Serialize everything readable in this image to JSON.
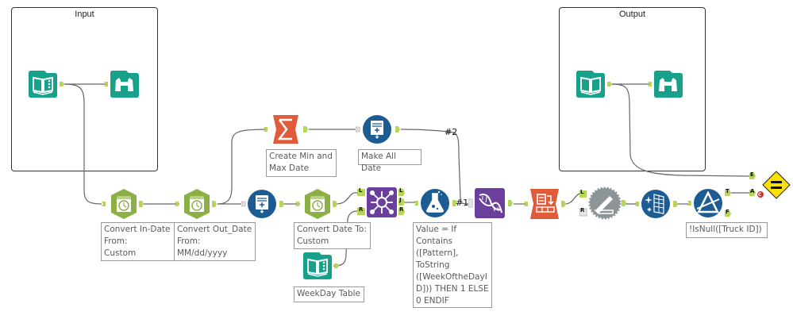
{
  "canvas": {
    "background": "#ffffff"
  },
  "containers": [
    {
      "id": "input",
      "title": "Input"
    },
    {
      "id": "output",
      "title": "Output"
    }
  ],
  "colors": {
    "input_teal": "#17a08a",
    "datetime_green": "#8db046",
    "anchor_green": "#b6d65a",
    "summarize_orange": "#e05b3a",
    "blue_tool": "#1d5b93",
    "join_purple": "#6b3f9c",
    "gray_tool": "#8c9498",
    "test_yellow": "#ffe100",
    "error_red": "#d62b2b"
  },
  "tools": [
    {
      "id": "input-data",
      "type": "input",
      "icon": "book-icon",
      "container": "input"
    },
    {
      "id": "browse-input",
      "type": "browse",
      "icon": "binoculars-icon",
      "container": "input"
    },
    {
      "id": "output-data",
      "type": "output",
      "icon": "book-icon",
      "container": "output"
    },
    {
      "id": "browse-output",
      "type": "browse",
      "icon": "binoculars-icon",
      "container": "output"
    },
    {
      "id": "convert-in-date",
      "type": "datetime",
      "icon": "clock-icon"
    },
    {
      "id": "convert-out-date",
      "type": "datetime",
      "icon": "clock-icon"
    },
    {
      "id": "summarize",
      "type": "summarize",
      "icon": "sigma-icon"
    },
    {
      "id": "make-all-date",
      "type": "generate-rows",
      "icon": "generate-rows-icon"
    },
    {
      "id": "generate-rows-2",
      "type": "generate-rows",
      "icon": "generate-rows-icon"
    },
    {
      "id": "convert-date-to",
      "type": "datetime",
      "icon": "clock-icon"
    },
    {
      "id": "weekday-table",
      "type": "input",
      "icon": "book-icon"
    },
    {
      "id": "join",
      "type": "join",
      "icon": "join-icon"
    },
    {
      "id": "formula",
      "type": "formula",
      "icon": "flask-icon"
    },
    {
      "id": "append-fields",
      "type": "append",
      "icon": "dna-icon"
    },
    {
      "id": "transpose",
      "type": "transpose",
      "icon": "transpose-icon"
    },
    {
      "id": "dynamic-replace",
      "type": "macro",
      "icon": "pen-gear-icon"
    },
    {
      "id": "multi-row",
      "type": "cleanse",
      "icon": "sparkle-table-icon"
    },
    {
      "id": "filter",
      "type": "filter",
      "icon": "filter-icon"
    },
    {
      "id": "test",
      "type": "test",
      "icon": "equals-diamond-icon"
    }
  ],
  "annotations": {
    "convert_in_date": "Convert In-Date\nFrom:\nCustom",
    "convert_out_date": "Convert Out_Date\nFrom:\nMM/dd/yyyy",
    "summarize": "Create Min and\nMax Date",
    "make_all_date": "Make All Date",
    "convert_date_to": "Convert Date To:\nCustom",
    "weekday_table": "WeekDay Table",
    "formula": "Value = If\nContains\n([Pattern],\nToString\n([WeekOftheDayI\nD])) THEN 1 ELSE\n0 ENDIF",
    "filter": "!IsNull([Truck ID])"
  },
  "anchors": {
    "join_left_in": "L",
    "join_right_in": "R",
    "join_left_out": "L",
    "join_join_out": "J",
    "join_right_out": "R",
    "append_in_1": "#1",
    "append_in_2": "#2",
    "dynamic_left": "L",
    "dynamic_right": "R",
    "filter_true": "T",
    "filter_false": "F",
    "test_expected": "E",
    "test_actual": "A",
    "test_error_badge": "C"
  }
}
